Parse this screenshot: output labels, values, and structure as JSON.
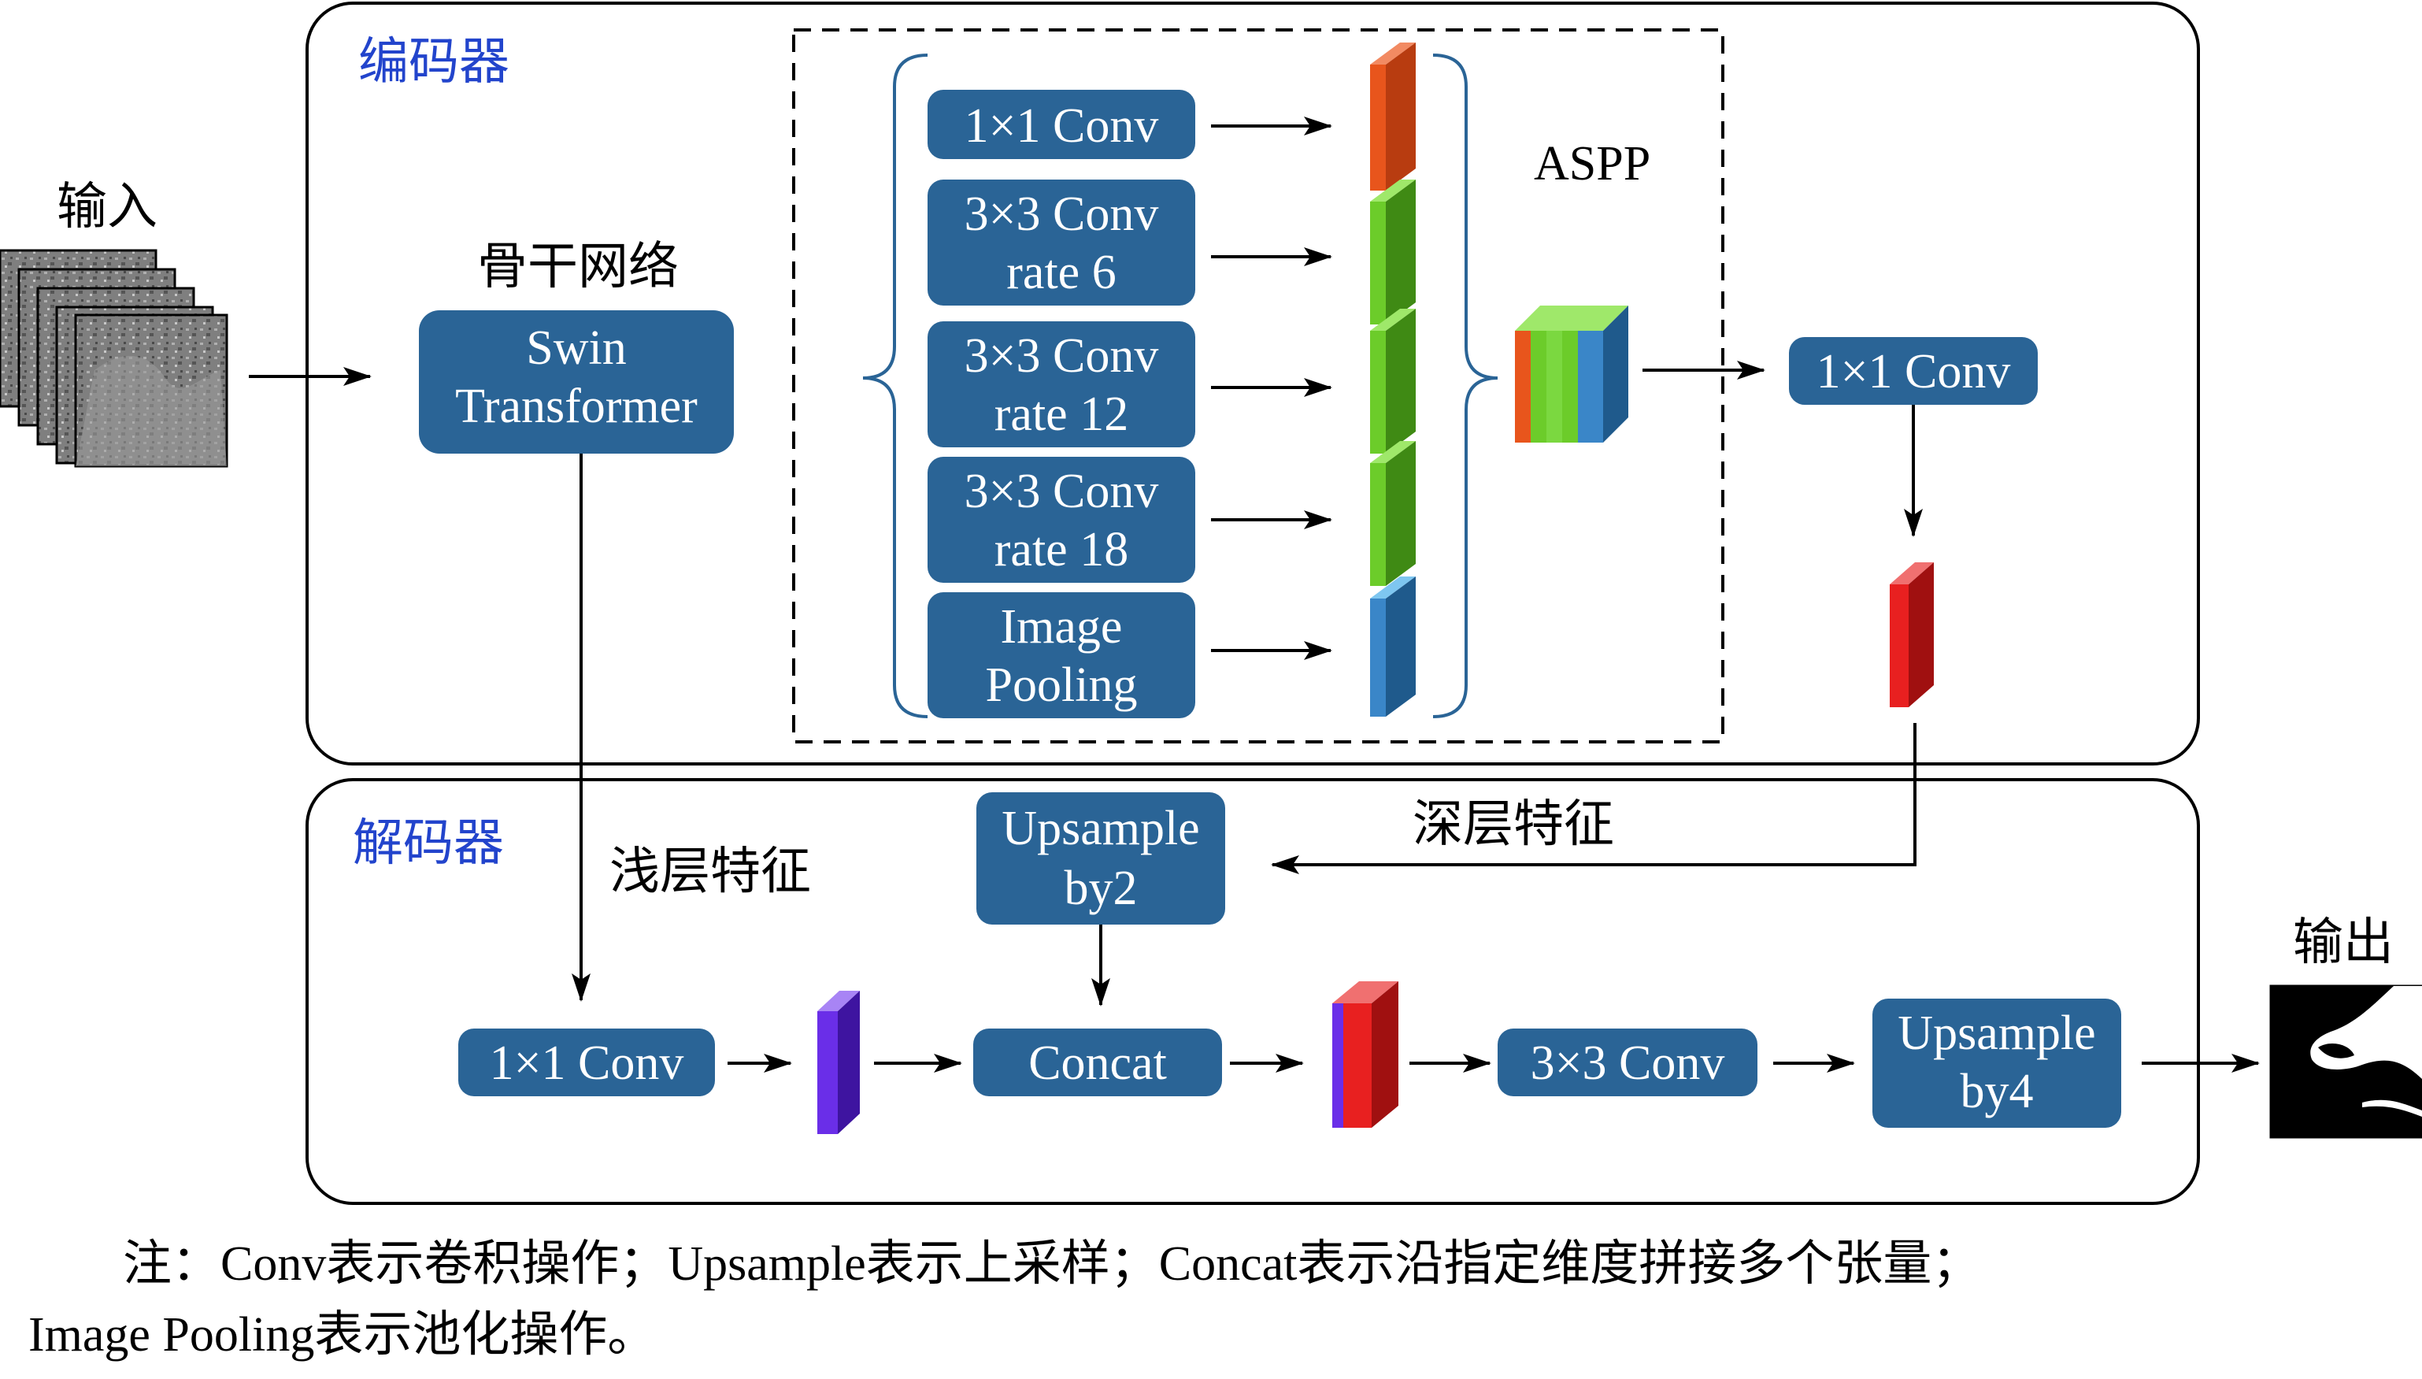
{
  "labels": {
    "input": "输入",
    "output": "输出",
    "encoder": "编码器",
    "decoder": "解码器",
    "backbone": "骨干网络",
    "aspp": "ASPP",
    "shallow": "浅层特征",
    "deep": "深层特征"
  },
  "blocks": {
    "swin": [
      "Swin",
      "Transformer"
    ],
    "aspp_conv1x1": [
      "1×1 Conv"
    ],
    "aspp_rate6": [
      "3×3 Conv",
      "rate 6"
    ],
    "aspp_rate12": [
      "3×3 Conv",
      "rate 12"
    ],
    "aspp_rate18": [
      "3×3 Conv",
      "rate 18"
    ],
    "aspp_pool": [
      "Image",
      "Pooling"
    ],
    "enc_conv1x1": [
      "1×1 Conv"
    ],
    "upsample2": [
      "Upsample",
      "by2"
    ],
    "dec_conv1x1": [
      "1×1 Conv"
    ],
    "concat": [
      "Concat"
    ],
    "conv3x3": [
      "3×3 Conv"
    ],
    "upsample4": [
      "Upsample",
      "by4"
    ]
  },
  "colors": {
    "block": "#2a6496",
    "orange": "#e8551c",
    "green": "#6ccc2a",
    "blue": "#3a86c8",
    "red": "#e82020",
    "purple": "#6a2ee8",
    "label_blue": "#2244cc"
  },
  "note": {
    "line1": "注：Conv表示卷积操作；Upsample表示上采样；Concat表示沿指定维度拼接多个张量；",
    "line2": "Image Pooling表示池化操作。"
  }
}
